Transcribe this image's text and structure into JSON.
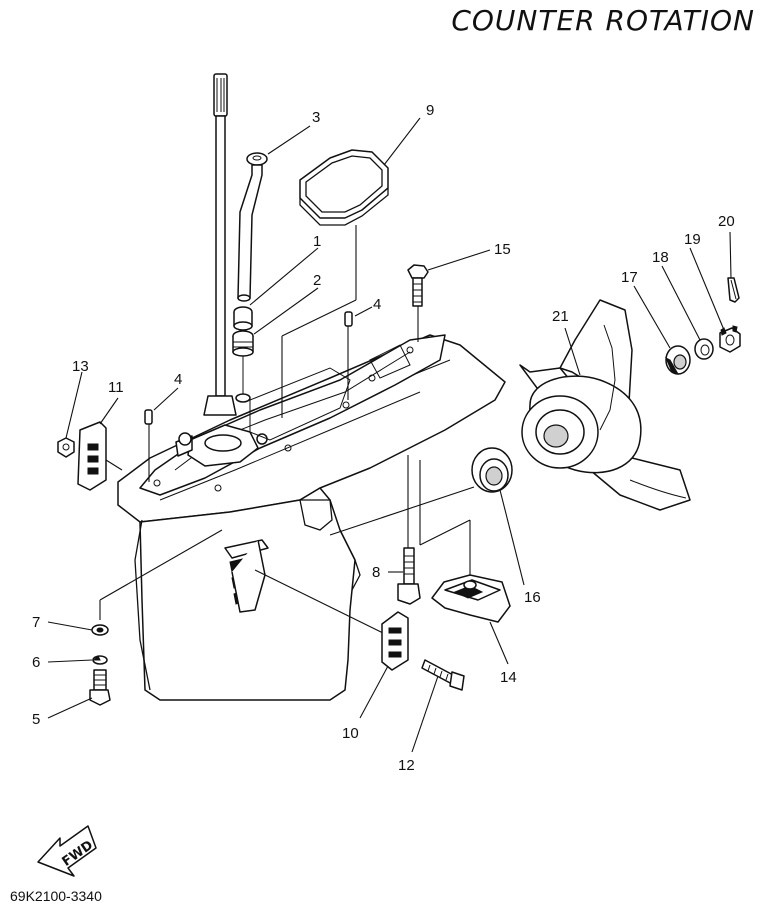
{
  "title": "COUNTER  ROTATION",
  "diagram_code": "69K2100-3340",
  "fwd_label": "FWD",
  "callouts": {
    "c1": "1",
    "c2": "2",
    "c3": "3",
    "c4a": "4",
    "c4b": "4",
    "c5": "5",
    "c6": "6",
    "c7": "7",
    "c8": "8",
    "c9": "9",
    "c10": "10",
    "c11": "11",
    "c12": "12",
    "c13": "13",
    "c14": "14",
    "c15": "15",
    "c16": "16",
    "c17": "17",
    "c18": "18",
    "c19": "19",
    "c20": "20",
    "c21": "21"
  }
}
